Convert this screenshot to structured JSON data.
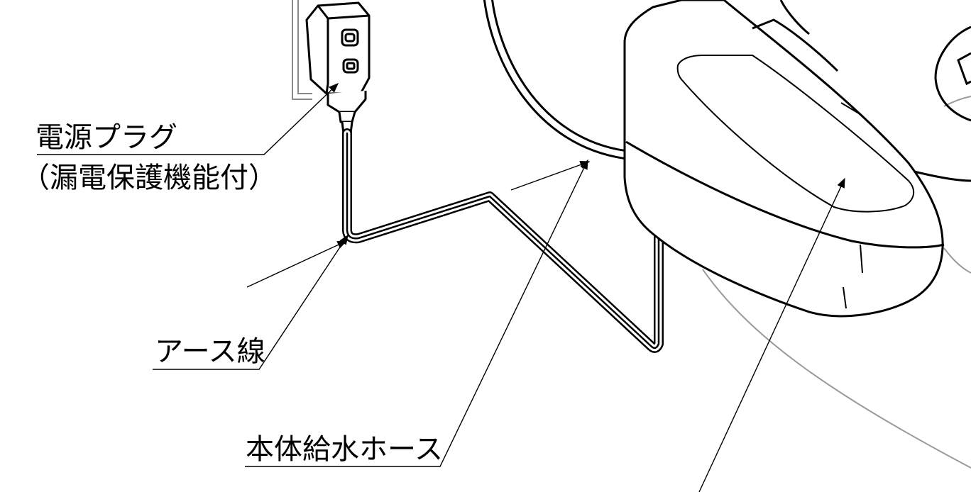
{
  "callouts": {
    "power_plug": {
      "line1": "電源プラグ",
      "line2": "（漏電保護機能付）"
    },
    "earth_wire": "アース線",
    "supply_hose": "本体給水ホース"
  },
  "colors": {
    "ink": "#000000",
    "secondary_outline": "#9a9a9a",
    "background": "#ffffff"
  }
}
